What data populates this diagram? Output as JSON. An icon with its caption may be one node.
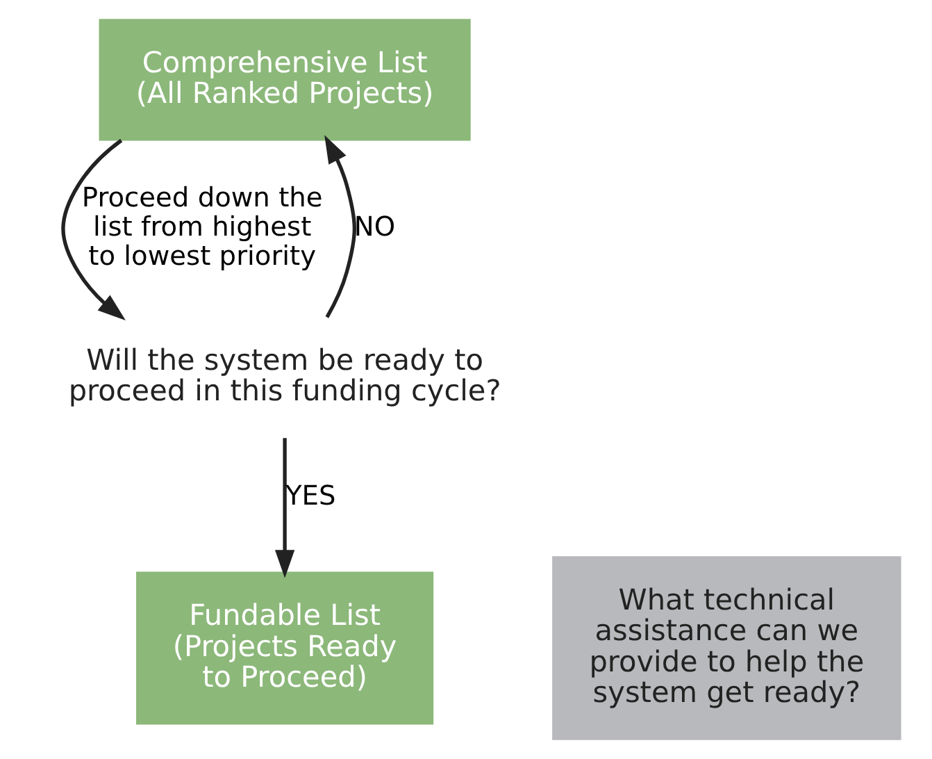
{
  "diagram": {
    "nodes": [
      {
        "text": [
          "Comprehensive List (All Ranked Projects)"
        ]
      },
      {
        "text": [
          "Will the system be ready to proceed in this funding cycle?"
        ]
      },
      {
        "text": [
          "Fundable List (Projects Ready to Proceed)"
        ]
      },
      {
        "text": [
          "What technical assistance can we provide to help the system get ready?"
        ]
      }
    ],
    "edges": [
      {
        "from": 0,
        "to": 1,
        "arrow": "to",
        "label": "Proceed down the list from highest to lowest priority"
      },
      {
        "from": 1,
        "to": 0,
        "arrow": "to",
        "label": "NO"
      },
      {
        "from": 1,
        "to": 2,
        "arrow": "to",
        "label": "YES"
      }
    ]
  }
}
